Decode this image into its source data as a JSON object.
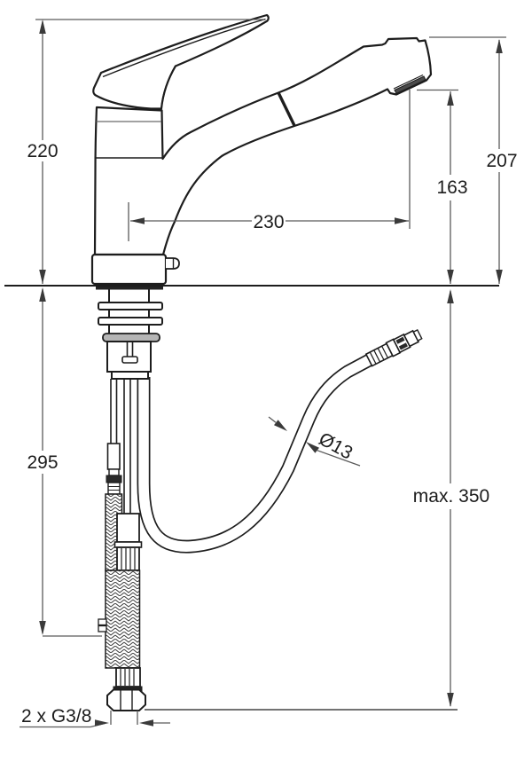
{
  "drawing": {
    "line_color": "#1d1d1d",
    "dimension_color": "#5a5a5a",
    "labels": {
      "height_total": "220",
      "under_counter_depth": "295",
      "spout_reach": "230",
      "aerator_height": "163",
      "head_top_height": "207",
      "hose_max": "max. 350",
      "hose_diameter": "Ø13",
      "supply_connection": "2 x G3/8"
    }
  }
}
